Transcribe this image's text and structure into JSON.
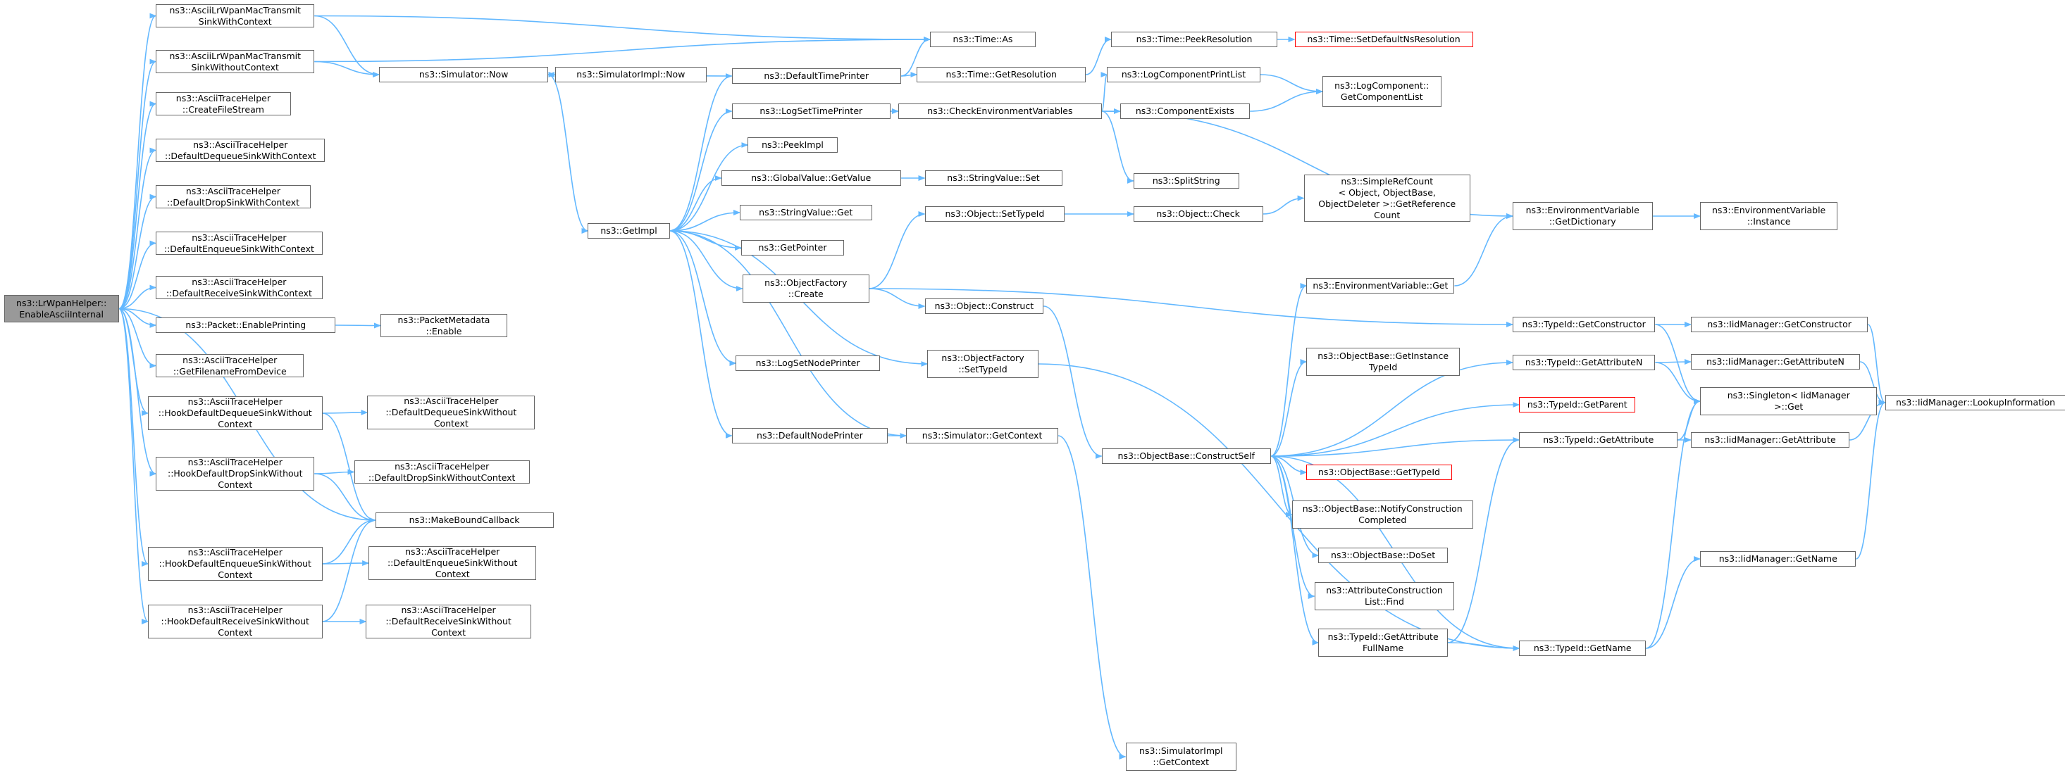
{
  "diagram": {
    "title": "",
    "colors": {
      "edge": "#63b8ff",
      "node_border": "#666666",
      "root_fill": "#999999",
      "missing_border": "#ff0000"
    },
    "nodes": [
      {
        "id": "root",
        "label": "ns3::LrWpanHelper::\nEnableAsciiInternal",
        "kind": "root"
      },
      {
        "id": "n1",
        "label": "ns3::AsciiLrWpanMacTransmit\nSinkWithContext"
      },
      {
        "id": "n2",
        "label": "ns3::AsciiLrWpanMacTransmit\nSinkWithoutContext"
      },
      {
        "id": "n3",
        "label": "ns3::AsciiTraceHelper\n::CreateFileStream"
      },
      {
        "id": "n4",
        "label": "ns3::AsciiTraceHelper\n::DefaultDequeueSinkWithContext"
      },
      {
        "id": "n5",
        "label": "ns3::AsciiTraceHelper\n::DefaultDropSinkWithContext"
      },
      {
        "id": "n6",
        "label": "ns3::AsciiTraceHelper\n::DefaultEnqueueSinkWithContext"
      },
      {
        "id": "n7",
        "label": "ns3::AsciiTraceHelper\n::DefaultReceiveSinkWithContext"
      },
      {
        "id": "n8",
        "label": "ns3::Packet::EnablePrinting"
      },
      {
        "id": "n9",
        "label": "ns3::AsciiTraceHelper\n::GetFilenameFromDevice"
      },
      {
        "id": "n10",
        "label": "ns3::AsciiTraceHelper\n::HookDefaultDequeueSinkWithout\nContext"
      },
      {
        "id": "n11",
        "label": "ns3::AsciiTraceHelper\n::HookDefaultDropSinkWithout\nContext"
      },
      {
        "id": "n12",
        "label": "ns3::AsciiTraceHelper\n::HookDefaultEnqueueSinkWithout\nContext"
      },
      {
        "id": "n13",
        "label": "ns3::AsciiTraceHelper\n::HookDefaultReceiveSinkWithout\nContext"
      },
      {
        "id": "n14",
        "label": "ns3::Simulator::Now"
      },
      {
        "id": "n15",
        "label": "ns3::PacketMetadata\n::Enable"
      },
      {
        "id": "n16",
        "label": "ns3::AsciiTraceHelper\n::DefaultDequeueSinkWithout\nContext"
      },
      {
        "id": "n17",
        "label": "ns3::AsciiTraceHelper\n::DefaultDropSinkWithoutContext"
      },
      {
        "id": "n18",
        "label": "ns3::MakeBoundCallback"
      },
      {
        "id": "n19",
        "label": "ns3::AsciiTraceHelper\n::DefaultEnqueueSinkWithout\nContext"
      },
      {
        "id": "n20",
        "label": "ns3::AsciiTraceHelper\n::DefaultReceiveSinkWithout\nContext"
      },
      {
        "id": "n21",
        "label": "ns3::SimulatorImpl::Now"
      },
      {
        "id": "n22",
        "label": "ns3::GetImpl"
      },
      {
        "id": "n23",
        "label": "ns3::Time::As"
      },
      {
        "id": "n24",
        "label": "ns3::DefaultTimePrinter"
      },
      {
        "id": "n25",
        "label": "ns3::LogSetTimePrinter"
      },
      {
        "id": "n26",
        "label": "ns3::PeekImpl"
      },
      {
        "id": "n27",
        "label": "ns3::GlobalValue::GetValue"
      },
      {
        "id": "n28",
        "label": "ns3::StringValue::Get"
      },
      {
        "id": "n29",
        "label": "ns3::GetPointer"
      },
      {
        "id": "n30",
        "label": "ns3::ObjectFactory\n::Create"
      },
      {
        "id": "n31",
        "label": "ns3::LogSetNodePrinter"
      },
      {
        "id": "n32",
        "label": "ns3::DefaultNodePrinter"
      },
      {
        "id": "n33",
        "label": "ns3::Time::GetResolution"
      },
      {
        "id": "n34",
        "label": "ns3::CheckEnvironmentVariables"
      },
      {
        "id": "n35",
        "label": "ns3::StringValue::Set"
      },
      {
        "id": "n36",
        "label": "ns3::Object::SetTypeId"
      },
      {
        "id": "n37",
        "label": "ns3::Object::Construct"
      },
      {
        "id": "n38",
        "label": "ns3::ObjectFactory\n::SetTypeId"
      },
      {
        "id": "n39",
        "label": "ns3::Simulator::GetContext"
      },
      {
        "id": "n40",
        "label": "ns3::SimulatorImpl\n::GetContext"
      },
      {
        "id": "n41",
        "label": "ns3::Time::PeekResolution"
      },
      {
        "id": "n42",
        "label": "ns3::Time::SetDefaultNsResolution",
        "kind": "missing"
      },
      {
        "id": "n43",
        "label": "ns3::LogComponentPrintList"
      },
      {
        "id": "n44",
        "label": "ns3::ComponentExists"
      },
      {
        "id": "n45",
        "label": "ns3::LogComponent::\nGetComponentList"
      },
      {
        "id": "n46",
        "label": "ns3::SplitString"
      },
      {
        "id": "n47",
        "label": "ns3::Object::Check"
      },
      {
        "id": "n48",
        "label": "ns3::SimpleRefCount\n< Object, ObjectBase,\nObjectDeleter >::GetReference\nCount"
      },
      {
        "id": "n49",
        "label": "ns3::EnvironmentVariable\n::GetDictionary"
      },
      {
        "id": "n50",
        "label": "ns3::EnvironmentVariable\n::Instance"
      },
      {
        "id": "n51",
        "label": "ns3::EnvironmentVariable::Get"
      },
      {
        "id": "n52",
        "label": "ns3::ObjectBase::GetInstance\nTypeId"
      },
      {
        "id": "n53",
        "label": "ns3::ObjectBase::ConstructSelf"
      },
      {
        "id": "n54",
        "label": "ns3::TypeId::GetParent",
        "kind": "missing"
      },
      {
        "id": "n55",
        "label": "ns3::ObjectBase::GetTypeId",
        "kind": "missing"
      },
      {
        "id": "n56",
        "label": "ns3::ObjectBase::NotifyConstruction\nCompleted"
      },
      {
        "id": "n57",
        "label": "ns3::ObjectBase::DoSet"
      },
      {
        "id": "n58",
        "label": "ns3::AttributeConstruction\nList::Find"
      },
      {
        "id": "n59",
        "label": "ns3::TypeId::GetAttribute\nFullName"
      },
      {
        "id": "n60",
        "label": "ns3::TypeId::GetConstructor"
      },
      {
        "id": "n61",
        "label": "ns3::TypeId::GetAttributeN"
      },
      {
        "id": "n62",
        "label": "ns3::TypeId::GetAttribute"
      },
      {
        "id": "n63",
        "label": "ns3::TypeId::GetName"
      },
      {
        "id": "n64",
        "label": "ns3::IidManager::GetConstructor"
      },
      {
        "id": "n65",
        "label": "ns3::IidManager::GetAttributeN"
      },
      {
        "id": "n66",
        "label": "ns3::Singleton< IidManager\n>::Get"
      },
      {
        "id": "n67",
        "label": "ns3::IidManager::GetAttribute"
      },
      {
        "id": "n68",
        "label": "ns3::IidManager::GetName"
      },
      {
        "id": "n69",
        "label": "ns3::IidManager::LookupInformation"
      }
    ],
    "edges": [
      [
        "root",
        "n1"
      ],
      [
        "root",
        "n2"
      ],
      [
        "root",
        "n3"
      ],
      [
        "root",
        "n4"
      ],
      [
        "root",
        "n5"
      ],
      [
        "root",
        "n6"
      ],
      [
        "root",
        "n7"
      ],
      [
        "root",
        "n8"
      ],
      [
        "root",
        "n9"
      ],
      [
        "root",
        "n10"
      ],
      [
        "root",
        "n11"
      ],
      [
        "root",
        "n12"
      ],
      [
        "root",
        "n13"
      ],
      [
        "root",
        "n18"
      ],
      [
        "n1",
        "n14"
      ],
      [
        "n1",
        "n23"
      ],
      [
        "n2",
        "n14"
      ],
      [
        "n2",
        "n23"
      ],
      [
        "n8",
        "n15"
      ],
      [
        "n10",
        "n16"
      ],
      [
        "n10",
        "n18"
      ],
      [
        "n11",
        "n17"
      ],
      [
        "n11",
        "n18"
      ],
      [
        "n12",
        "n19"
      ],
      [
        "n12",
        "n18"
      ],
      [
        "n13",
        "n20"
      ],
      [
        "n13",
        "n18"
      ],
      [
        "n14",
        "n21"
      ],
      [
        "n14",
        "n22"
      ],
      [
        "n22",
        "n24"
      ],
      [
        "n22",
        "n25"
      ],
      [
        "n22",
        "n26"
      ],
      [
        "n22",
        "n27"
      ],
      [
        "n22",
        "n28"
      ],
      [
        "n22",
        "n29"
      ],
      [
        "n22",
        "n30"
      ],
      [
        "n22",
        "n31"
      ],
      [
        "n22",
        "n32"
      ],
      [
        "n22",
        "n38"
      ],
      [
        "n24",
        "n23"
      ],
      [
        "n24",
        "n33"
      ],
      [
        "n24",
        "n14"
      ],
      [
        "n25",
        "n34"
      ],
      [
        "n27",
        "n35"
      ],
      [
        "n30",
        "n36"
      ],
      [
        "n30",
        "n37"
      ],
      [
        "n30",
        "n60"
      ],
      [
        "n32",
        "n39"
      ],
      [
        "n39",
        "n22"
      ],
      [
        "n39",
        "n40"
      ],
      [
        "n33",
        "n41"
      ],
      [
        "n41",
        "n42"
      ],
      [
        "n34",
        "n43"
      ],
      [
        "n34",
        "n44"
      ],
      [
        "n34",
        "n46"
      ],
      [
        "n34",
        "n49"
      ],
      [
        "n43",
        "n45"
      ],
      [
        "n44",
        "n45"
      ],
      [
        "n36",
        "n47"
      ],
      [
        "n47",
        "n48"
      ],
      [
        "n49",
        "n50"
      ],
      [
        "n37",
        "n53"
      ],
      [
        "n38",
        "n63"
      ],
      [
        "n53",
        "n51"
      ],
      [
        "n53",
        "n52"
      ],
      [
        "n53",
        "n54"
      ],
      [
        "n53",
        "n55"
      ],
      [
        "n53",
        "n56"
      ],
      [
        "n53",
        "n57"
      ],
      [
        "n53",
        "n58"
      ],
      [
        "n53",
        "n59"
      ],
      [
        "n53",
        "n61"
      ],
      [
        "n53",
        "n62"
      ],
      [
        "n53",
        "n63"
      ],
      [
        "n51",
        "n49"
      ],
      [
        "n59",
        "n62"
      ],
      [
        "n59",
        "n63"
      ],
      [
        "n60",
        "n64"
      ],
      [
        "n60",
        "n66"
      ],
      [
        "n61",
        "n65"
      ],
      [
        "n61",
        "n66"
      ],
      [
        "n62",
        "n67"
      ],
      [
        "n62",
        "n66"
      ],
      [
        "n63",
        "n66"
      ],
      [
        "n63",
        "n68"
      ],
      [
        "n64",
        "n69"
      ],
      [
        "n65",
        "n69"
      ],
      [
        "n67",
        "n69"
      ],
      [
        "n68",
        "n69"
      ]
    ]
  }
}
